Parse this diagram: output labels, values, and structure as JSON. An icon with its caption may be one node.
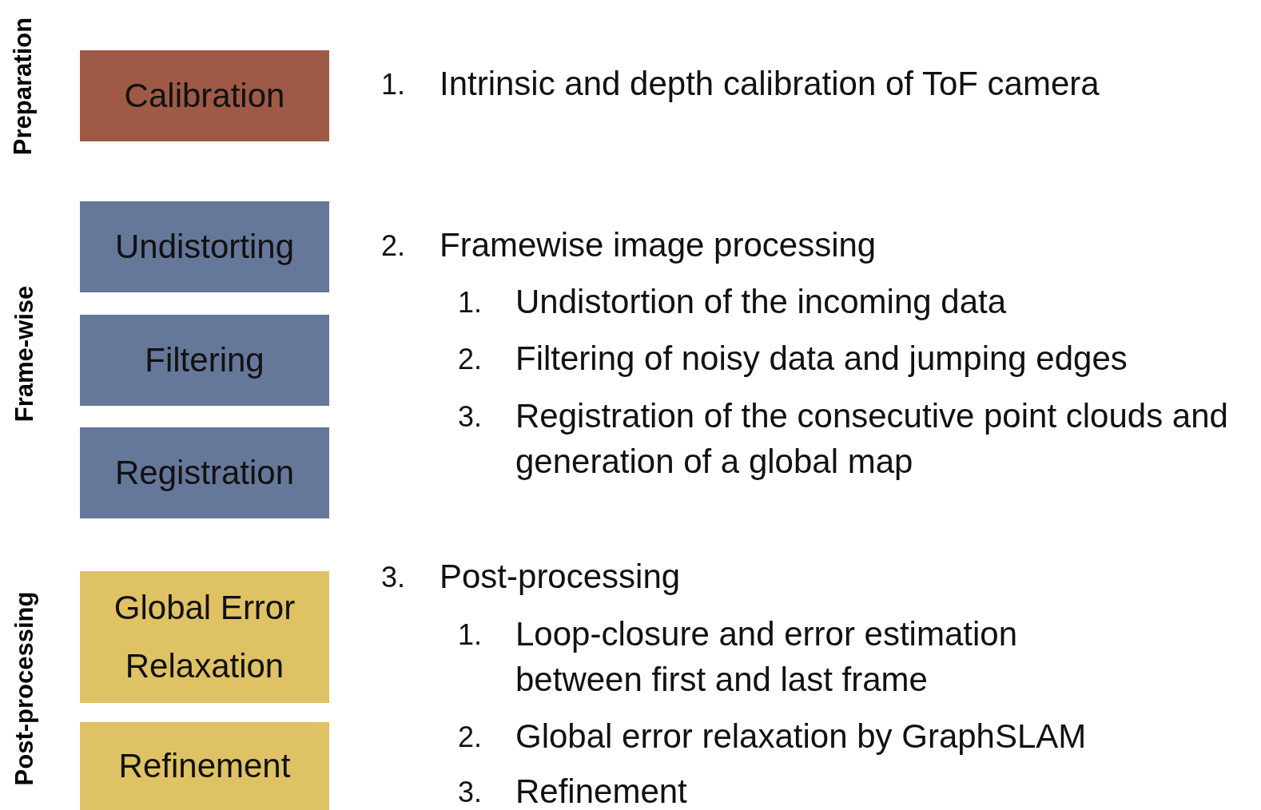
{
  "diagram": {
    "nodes": [
      {
        "text": [
          "Calibration"
        ]
      },
      {
        "text": [
          "Undistorting"
        ]
      },
      {
        "text": [
          "Filtering"
        ]
      },
      {
        "text": [
          "Registration"
        ]
      },
      {
        "text": [
          "Global Error Relaxation"
        ]
      },
      {
        "text": [
          "Refinement"
        ]
      }
    ],
    "labels": [
      "Preparation",
      "1.",
      "Intrinsic and depth calibration of ToF camera",
      "Frame-wise",
      "2.",
      "Framewise image processing",
      "1.",
      "Undistortion of the incoming data",
      "2.",
      "Filtering of noisy data and jumping edges",
      "3.",
      "Registration of the consecutive point clouds and generation of a global map",
      "Post-processing",
      "3.",
      "Post-processing",
      "1.",
      "Loop-closure and error estimation between first and last frame",
      "2.",
      "Global error relaxation by GraphSLAM",
      "3.",
      "Refinement"
    ]
  }
}
